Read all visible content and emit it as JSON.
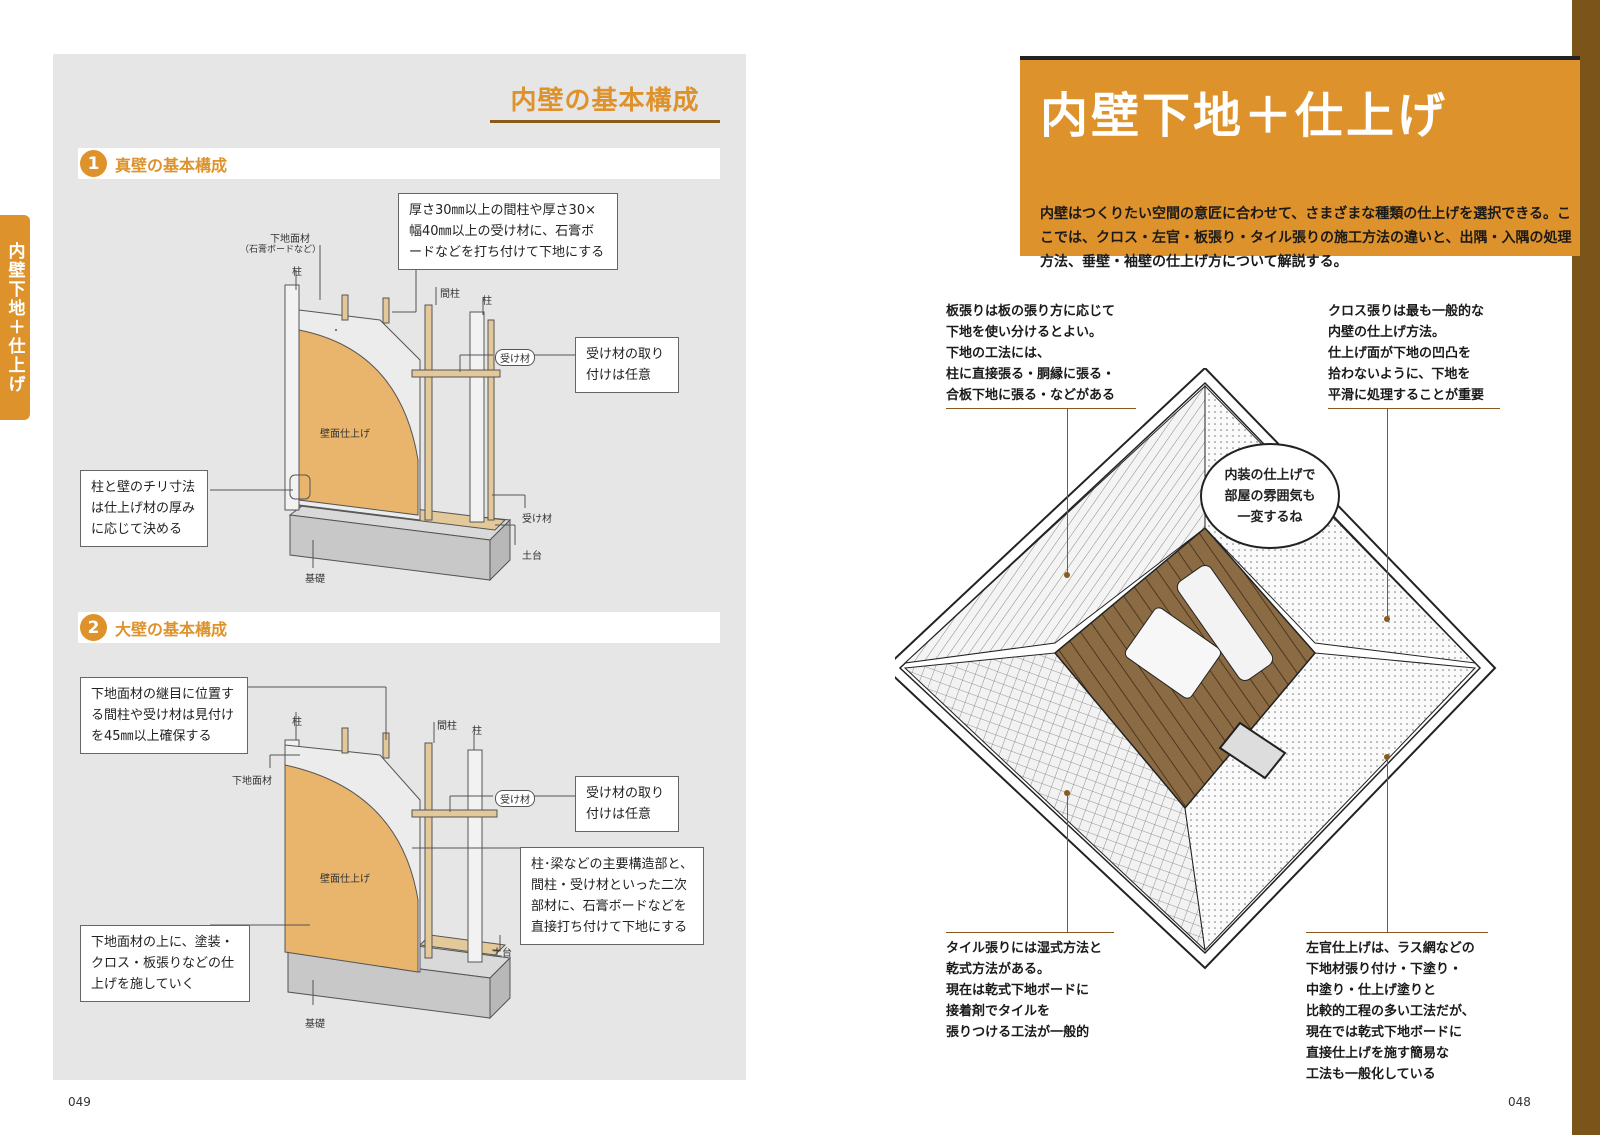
{
  "left_page": {
    "side_tab": "内壁下地＋仕上げ",
    "title": "内壁の基本構成",
    "page_number": "049",
    "sections": [
      {
        "number": "1",
        "title": "真壁の基本構成",
        "callouts": {
          "top": "厚さ30㎜以上の間柱や厚さ30×幅40㎜以上の受け材に、石膏ボードなどを打ち付けて下地にする",
          "right": "受け材の取り付けは任意",
          "left": "柱と壁のチリ寸法は仕上げ材の厚みに応じて決める"
        },
        "labels": {
          "shitaji": "下地面材",
          "shitaji_note": "（石膏ボードなど）",
          "hashira": "柱",
          "mabashira": "間柱",
          "hashira2": "柱",
          "ukezai_tag": "受け材",
          "finish": "壁面仕上げ",
          "ukezai": "受け材",
          "dodai": "土台",
          "kiso": "基礎"
        }
      },
      {
        "number": "2",
        "title": "大壁の基本構成",
        "callouts": {
          "top": "下地面材の継目に位置する間柱や受け材は見付けを45㎜以上確保する",
          "right_top": "受け材の取り付けは任意",
          "right_mid": "柱･梁などの主要構造部と、間柱・受け材といった二次部材に、石膏ボードなどを直接打ち付けて下地にする",
          "left": "下地面材の上に、塗装・クロス・板張りなどの仕上げを施していく"
        },
        "labels": {
          "hashira": "柱",
          "mabashira": "間柱",
          "hashira2": "柱",
          "shitaji": "下地面材",
          "ukezai_tag": "受け材",
          "finish": "壁面仕上げ",
          "dodai": "土台",
          "kiso": "基礎"
        }
      }
    ]
  },
  "right_page": {
    "title": "内壁下地＋仕上げ",
    "description": "内壁はつくりたい空間の意匠に合わせて、さまざまな種類の仕上げを選択できる。ここでは、クロス・左官・板張り・タイル張りの施工方法の違いと、出隅・入隅の処理方法、垂壁・袖壁の仕上げ方について解説する。",
    "page_number": "048",
    "annotations": {
      "top_left": [
        "板張りは板の張り方に応じて",
        "下地を使い分けるとよい。",
        "下地の工法には、",
        "柱に直接張る・胴縁に張る・",
        "合板下地に張る・などがある"
      ],
      "top_right": [
        "クロス張りは最も一般的な",
        "内壁の仕上げ方法。",
        "仕上げ面が下地の凹凸を",
        "拾わないように、下地を",
        "平滑に処理することが重要"
      ],
      "bottom_left": [
        "タイル張りには湿式方法と",
        "乾式方法がある。",
        "現在は乾式下地ボードに",
        "接着剤でタイルを",
        "張りつける工法が一般的"
      ],
      "bottom_right": [
        "左官仕上げは、ラス網などの",
        "下地材張り付け・下塗り・",
        "中塗り・仕上げ塗りと",
        "比較的工程の多い工法だが、",
        "現在では乾式下地ボードに",
        "直接仕上げを施す簡易な",
        "工法も一般化している"
      ]
    },
    "bubble": [
      "内装の仕上げで",
      "部屋の雰囲気も",
      "一変するね"
    ]
  },
  "colors": {
    "accent": "#de922b",
    "dark_accent": "#7a5418",
    "panel_gray": "#e6e6e6",
    "finish_orange": "#e9b46c"
  }
}
